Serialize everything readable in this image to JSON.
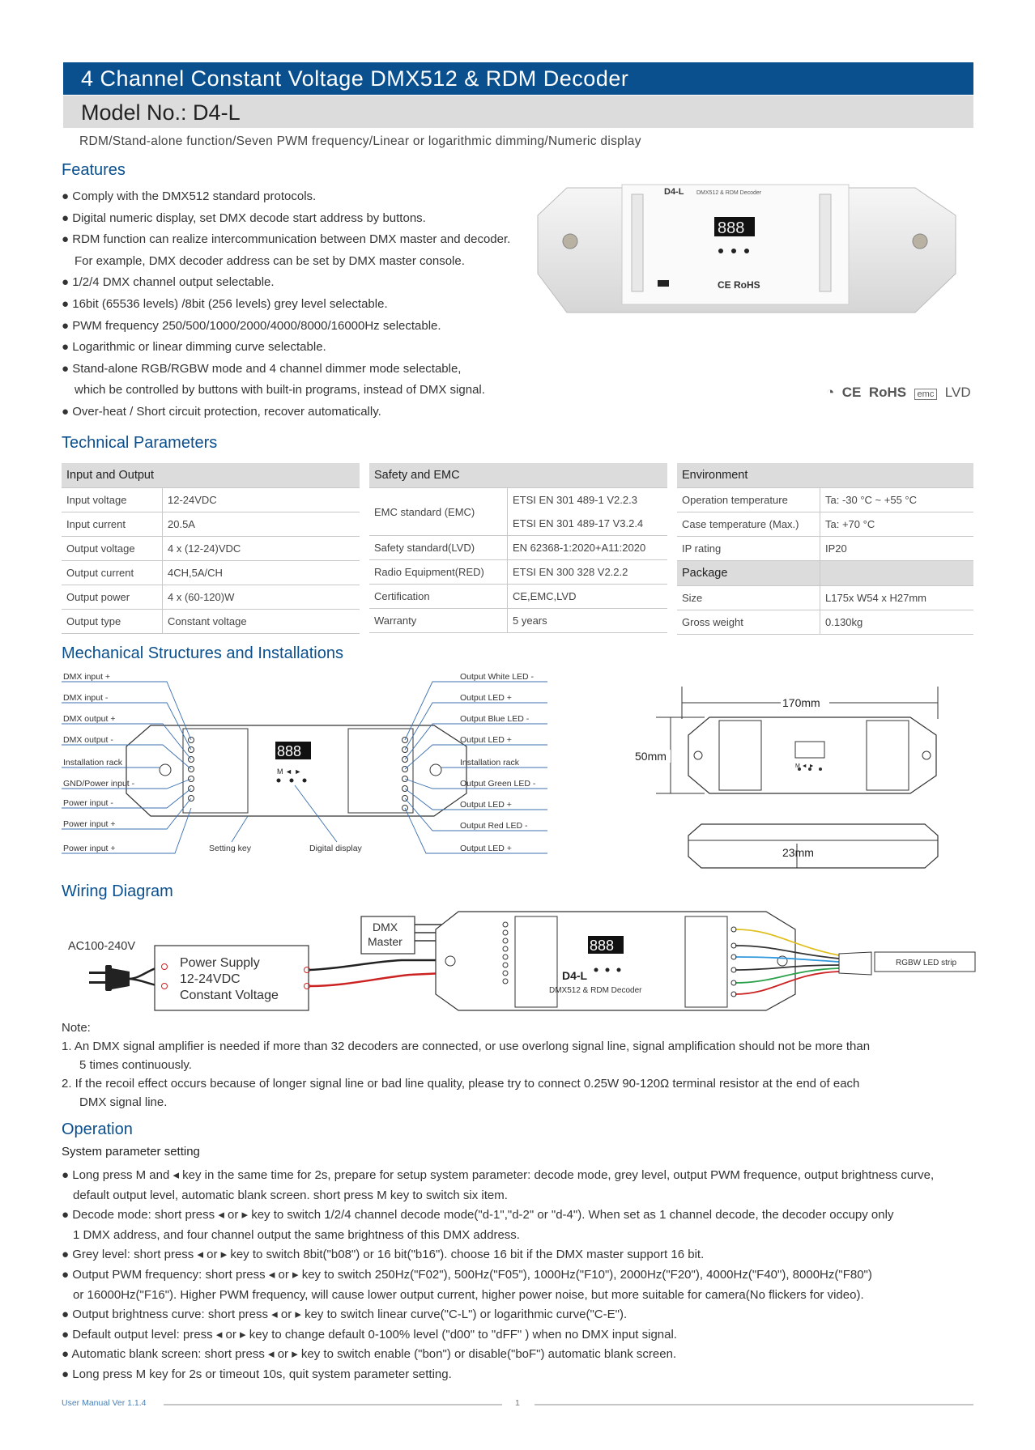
{
  "header": {
    "title": "4 Channel Constant Voltage DMX512 & RDM Decoder",
    "model": "Model No.: D4-L",
    "subtitle": "RDM/Stand-alone function/Seven PWM frequency/Linear or logarithmic dimming/Numeric display"
  },
  "features": {
    "heading": "Features",
    "items": [
      "Comply with the DMX512 standard protocols.",
      "Digital numeric display, set DMX decode start address by buttons.",
      "RDM function can realize intercommunication between DMX master and decoder.",
      "For example, DMX decoder address can be set by DMX master console.",
      "1/2/4 DMX channel output selectable.",
      "16bit (65536 levels) /8bit (256 levels) grey level selectable.",
      "PWM frequency 250/500/1000/2000/4000/8000/16000Hz selectable.",
      "Logarithmic or linear dimming curve selectable.",
      "Stand-alone RGB/RGBW mode and 4 channel dimmer mode selectable,",
      "which be controlled by buttons with built-in programs, instead of DMX signal.",
      "Over-heat / Short circuit protection, recover automatically."
    ],
    "product_label": "D4-L",
    "product_sub": "DMX512 & RDM Decoder",
    "product_display": "888",
    "product_ce": "CE RoHS"
  },
  "certs": {
    "ce": "CE",
    "rohs": "RoHS",
    "emc": "emc",
    "lvd": "LVD"
  },
  "tech": {
    "heading": "Technical Parameters",
    "input": {
      "header": "Input and Output",
      "rows": [
        [
          "Input voltage",
          "12-24VDC"
        ],
        [
          "Input current",
          "20.5A"
        ],
        [
          "Output voltage",
          "4 x (12-24)VDC"
        ],
        [
          "Output current",
          "4CH,5A/CH"
        ],
        [
          "Output power",
          "4 x (60-120)W"
        ],
        [
          "Output type",
          "Constant voltage"
        ]
      ]
    },
    "safety": {
      "header": "Safety and EMC",
      "emc_label": "EMC standard (EMC)",
      "emc_1": "ETSI EN 301 489-1 V2.2.3",
      "emc_2": "ETSI EN 301 489-17 V3.2.4",
      "rows": [
        [
          "Safety standard(LVD)",
          "EN 62368-1:2020+A11:2020"
        ],
        [
          "Radio Equipment(RED)",
          "ETSI EN 300 328 V2.2.2"
        ],
        [
          "Certification",
          "CE,EMC,LVD"
        ],
        [
          "Warranty",
          "5 years"
        ]
      ]
    },
    "env": {
      "header": "Environment",
      "rows": [
        [
          "Operation temperature",
          "Ta: -30 °C ~ +55 °C"
        ],
        [
          "Case temperature (Max.)",
          "Ta: +70 °C"
        ],
        [
          "IP rating",
          "IP20"
        ]
      ],
      "package_header": "Package",
      "package_rows": [
        [
          "Size",
          "L175x W54 x H27mm"
        ],
        [
          "Gross weight",
          "0.130kg"
        ]
      ]
    }
  },
  "mech": {
    "heading": "Mechanical Structures and Installations",
    "left_labels": [
      "DMX input +",
      "DMX input -",
      "DMX output +",
      "DMX output -",
      "Installation rack",
      "GND/Power input -",
      "Power input -",
      "Power input +",
      "Power input +"
    ],
    "right_labels": [
      "Output White LED -",
      "Output LED +",
      "Output Blue LED -",
      "Output LED +",
      "Installation rack",
      "Output Green LED -",
      "Output LED +",
      "Output Red LED -",
      "Output LED +"
    ],
    "setting_key": "Setting key",
    "digital_display": "Digital display",
    "display_digits": "888",
    "keys": "M   ◄   ►",
    "dim_length": "170mm",
    "dim_width": "50mm",
    "dim_height": "23mm"
  },
  "wiring": {
    "heading": "Wiring Diagram",
    "ac": "AC100-240V",
    "psu_1": "Power Supply",
    "psu_2": "12-24VDC",
    "psu_3": "Constant Voltage",
    "dmx_1": "DMX",
    "dmx_2": "Master",
    "device_label": "D4-L",
    "device_sub": "DMX512 & RDM Decoder",
    "strip": "RGBW LED strip",
    "display_digits": "888"
  },
  "note": {
    "heading": "Note:",
    "n1a": "1. An DMX signal amplifier is needed if more than 32 decoders are connected, or use overlong signal line, signal amplification should not be more than",
    "n1b": "5 times continuously.",
    "n2a": "2. If the recoil effect occurs because of longer signal line or bad line quality, please try to connect 0.25W 90-120Ω terminal resistor at the end of each",
    "n2b": "DMX signal line."
  },
  "operation": {
    "heading": "Operation",
    "sub": "System parameter setting",
    "lines": [
      "● Long press M and ◂ key in the same time for 2s, prepare for setup system parameter: decode mode, grey level, output PWM frequence, output brightness curve,",
      "default output level, automatic blank screen. short press M key to switch six item.",
      "● Decode mode: short press ◂ or ▸ key to switch 1/2/4 channel decode mode(\"d-1\",\"d-2\" or \"d-4\"). When set as 1 channel decode, the decoder occupy only",
      "1 DMX address, and four channel output the same brightness of this DMX address.",
      "● Grey level: short press ◂ or ▸ key to switch 8bit(\"b08\") or 16 bit(\"b16\"). choose 16 bit if the DMX master support 16 bit.",
      "● Output PWM frequency: short press ◂ or ▸ key to switch 250Hz(\"F02\"), 500Hz(\"F05\"), 1000Hz(\"F10\"), 2000Hz(\"F20\"), 4000Hz(\"F40\"), 8000Hz(\"F80\")",
      "or 16000Hz(\"F16\"). Higher PWM frequency, will cause lower output current, higher power noise, but more suitable for camera(No flickers for video).",
      "● Output brightness curve: short press ◂ or ▸ key to switch linear curve(\"C-L\") or logarithmic curve(\"C-E\").",
      "● Default output level: press ◂ or ▸ key to change default 0-100% level (\"d00\" to \"dFF\" ) when no DMX input signal.",
      "● Automatic blank screen: short press ◂ or ▸ key to switch enable (\"bon\") or disable(\"boF\") automatic blank screen.",
      "● Long press M key for 2s or timeout 10s, quit system parameter setting."
    ]
  },
  "footer": {
    "version": "User Manual Ver 1.1.4",
    "page": "1"
  },
  "colors": {
    "brand": "#0a4f8e",
    "bar": "#dcdcdc",
    "text": "#333333"
  }
}
